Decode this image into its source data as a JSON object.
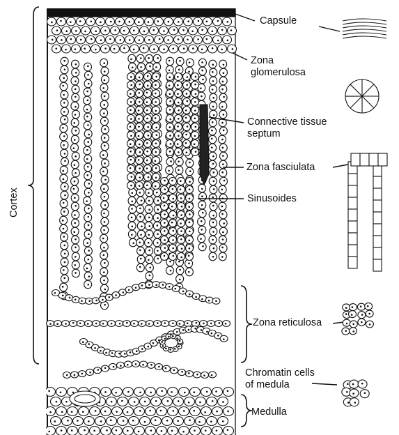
{
  "labels": {
    "cortex": "Cortex",
    "capsule": "Capsule",
    "zona_glomerulosa_1": "Zona",
    "zona_glomerulosa_2": "glomerulosa",
    "connective_tissue_1": "Connective tissue",
    "connective_tissue_2": "septum",
    "zona_fasciulata": "Zona fasciulata",
    "sinusoides": "Sinusoides",
    "zona_reticulosa": "Zona reticulosa",
    "chromatin_1": "Chromatin cells",
    "chromatin_2": "of medula",
    "medulla": "Medulla"
  },
  "colors": {
    "ink": "#111111",
    "paper": "#ffffff"
  }
}
